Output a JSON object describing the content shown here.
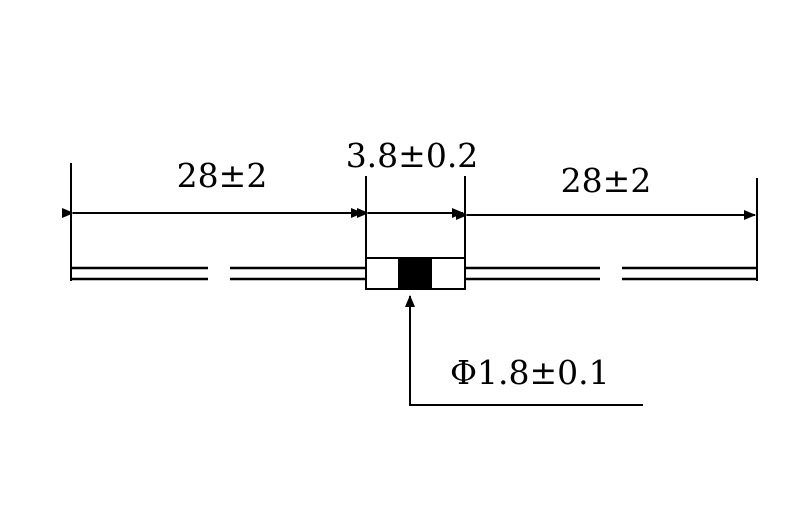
{
  "dimensions": {
    "lead_left": "28±2",
    "body_length": "3.8±0.2",
    "lead_right": "28±2",
    "body_diameter": "Φ1.8±0.1"
  },
  "colors": {
    "line": "#000000",
    "band": "#000000",
    "background": "#ffffff"
  }
}
